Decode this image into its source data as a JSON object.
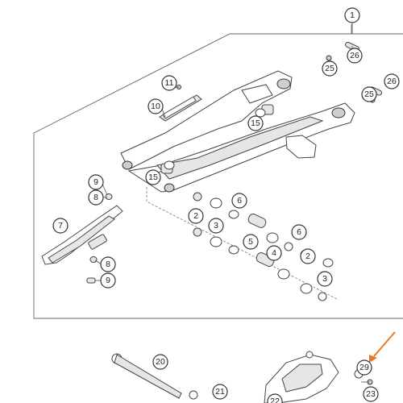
{
  "diagram": {
    "callouts": [
      {
        "id": "c1",
        "label": "1"
      },
      {
        "id": "c26a",
        "label": "26"
      },
      {
        "id": "c25a",
        "label": "25"
      },
      {
        "id": "c26b",
        "label": "26"
      },
      {
        "id": "c25b",
        "label": "25"
      },
      {
        "id": "c11",
        "label": "11"
      },
      {
        "id": "c10",
        "label": "10"
      },
      {
        "id": "c15a",
        "label": "15"
      },
      {
        "id": "c15b",
        "label": "15"
      },
      {
        "id": "c9a",
        "label": "9"
      },
      {
        "id": "c8a",
        "label": "8"
      },
      {
        "id": "c7",
        "label": "7"
      },
      {
        "id": "c8b",
        "label": "8"
      },
      {
        "id": "c9b",
        "label": "9"
      },
      {
        "id": "c2a",
        "label": "2"
      },
      {
        "id": "c3a",
        "label": "3"
      },
      {
        "id": "c6a",
        "label": "6"
      },
      {
        "id": "c4",
        "label": "4"
      },
      {
        "id": "c5",
        "label": "5"
      },
      {
        "id": "c6b",
        "label": "6"
      },
      {
        "id": "c2b",
        "label": "2"
      },
      {
        "id": "c3b",
        "label": "3"
      },
      {
        "id": "c20",
        "label": "20"
      },
      {
        "id": "c21",
        "label": "21"
      },
      {
        "id": "c22",
        "label": "22"
      },
      {
        "id": "c29",
        "label": "29"
      },
      {
        "id": "c23",
        "label": "23"
      }
    ],
    "highlight": {
      "callout": "c29",
      "color": "#e8782a"
    },
    "colors": {
      "line": "#444444",
      "highlight": "#e8782a"
    }
  }
}
